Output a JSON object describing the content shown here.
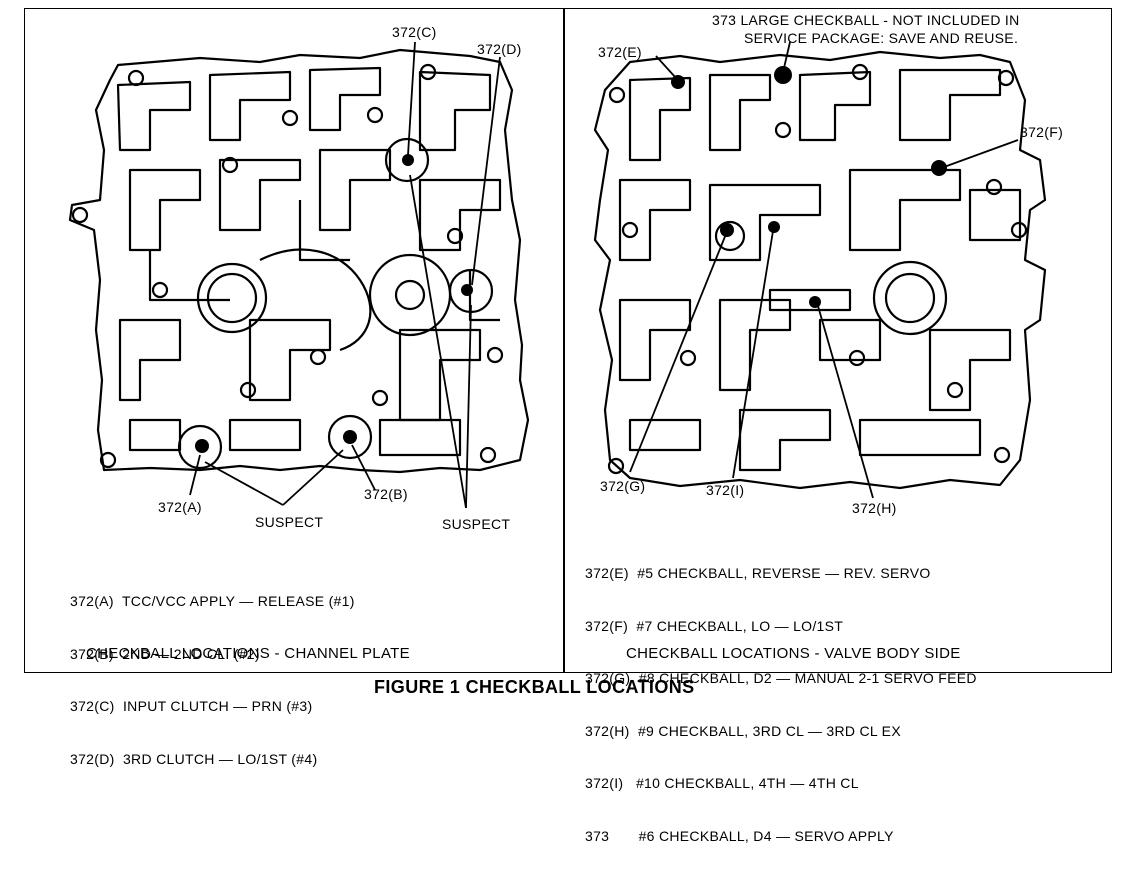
{
  "figure_title": "FIGURE 1  CHECKBALL LOCATIONS",
  "left_panel": {
    "caption": "CHECKBALL LOCATIONS - CHANNEL PLATE",
    "callouts": {
      "a": "372(A)",
      "b": "372(B)",
      "c": "372(C)",
      "d": "372(D)",
      "suspect_1": "SUSPECT",
      "suspect_2": "SUSPECT"
    },
    "legend": [
      "372(A)  TCC/VCC APPLY — RELEASE (#1)",
      "372(B)  2ND — 2ND CL. (#2)",
      "372(C)  INPUT CLUTCH — PRN (#3)",
      "372(D)  3RD CLUTCH — LO/1ST (#4)"
    ]
  },
  "right_panel": {
    "caption": "CHECKBALL LOCATIONS - VALVE BODY SIDE",
    "note_line1": "373 LARGE CHECKBALL - NOT INCLUDED IN",
    "note_line2": "SERVICE PACKAGE: SAVE AND REUSE.",
    "callouts": {
      "e": "372(E)",
      "f": "372(F)",
      "g": "372(G)",
      "h": "372(H)",
      "i": "372(I)"
    },
    "legend": [
      "372(E)  #5 CHECKBALL, REVERSE — REV. SERVO",
      "372(F)  #7 CHECKBALL, LO — LO/1ST",
      "372(G)  #8 CHECKBALL, D2 — MANUAL 2-1 SERVO FEED",
      "372(H)  #9 CHECKBALL, 3RD CL — 3RD CL EX",
      "372(I)   #10 CHECKBALL, 4TH — 4TH CL",
      "373       #6 CHECKBALL, D4 — SERVO APPLY"
    ]
  }
}
